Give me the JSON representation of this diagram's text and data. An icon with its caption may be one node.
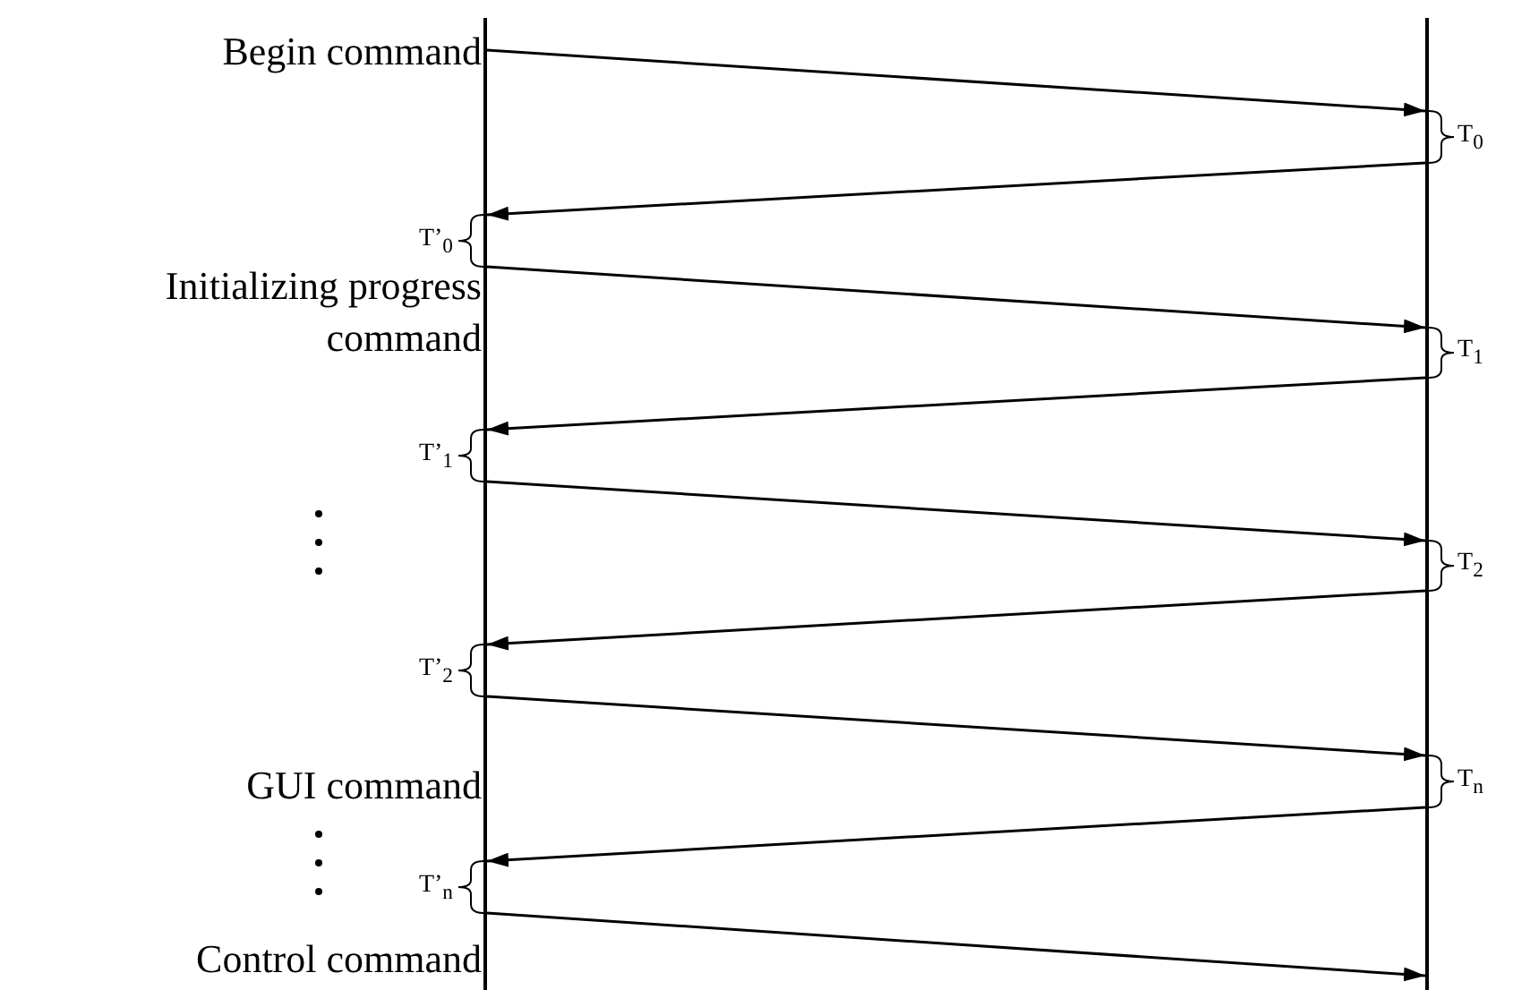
{
  "diagram": {
    "nodes": [
      {
        "text": [],
        "shape": "bar"
      },
      {
        "text": [],
        "shape": "bar"
      }
    ],
    "edges": [
      {
        "from": 0,
        "to": 1,
        "arrow": "to"
      },
      {
        "from": 1,
        "to": 0,
        "arrow": "to"
      },
      {
        "from": 0,
        "to": 1,
        "arrow": "to"
      },
      {
        "from": 1,
        "to": 0,
        "arrow": "to"
      },
      {
        "from": 0,
        "to": 1,
        "arrow": "to"
      },
      {
        "from": 1,
        "to": 0,
        "arrow": "to"
      },
      {
        "from": 0,
        "to": 1,
        "arrow": "to"
      },
      {
        "from": 1,
        "to": 0,
        "arrow": "to"
      },
      {
        "from": 0,
        "to": 1,
        "arrow": "to"
      }
    ],
    "labels": [
      "Begin command",
      "T$_{0}$",
      "T’$_{0}$",
      "Initializing progress command",
      "T$_{1}$",
      "T’$_{1}$",
      "T$_{2}$",
      "T’$_{2}$",
      "GUI command",
      "T$_{n}$",
      "T’$_{n}$",
      "Control command"
    ]
  }
}
